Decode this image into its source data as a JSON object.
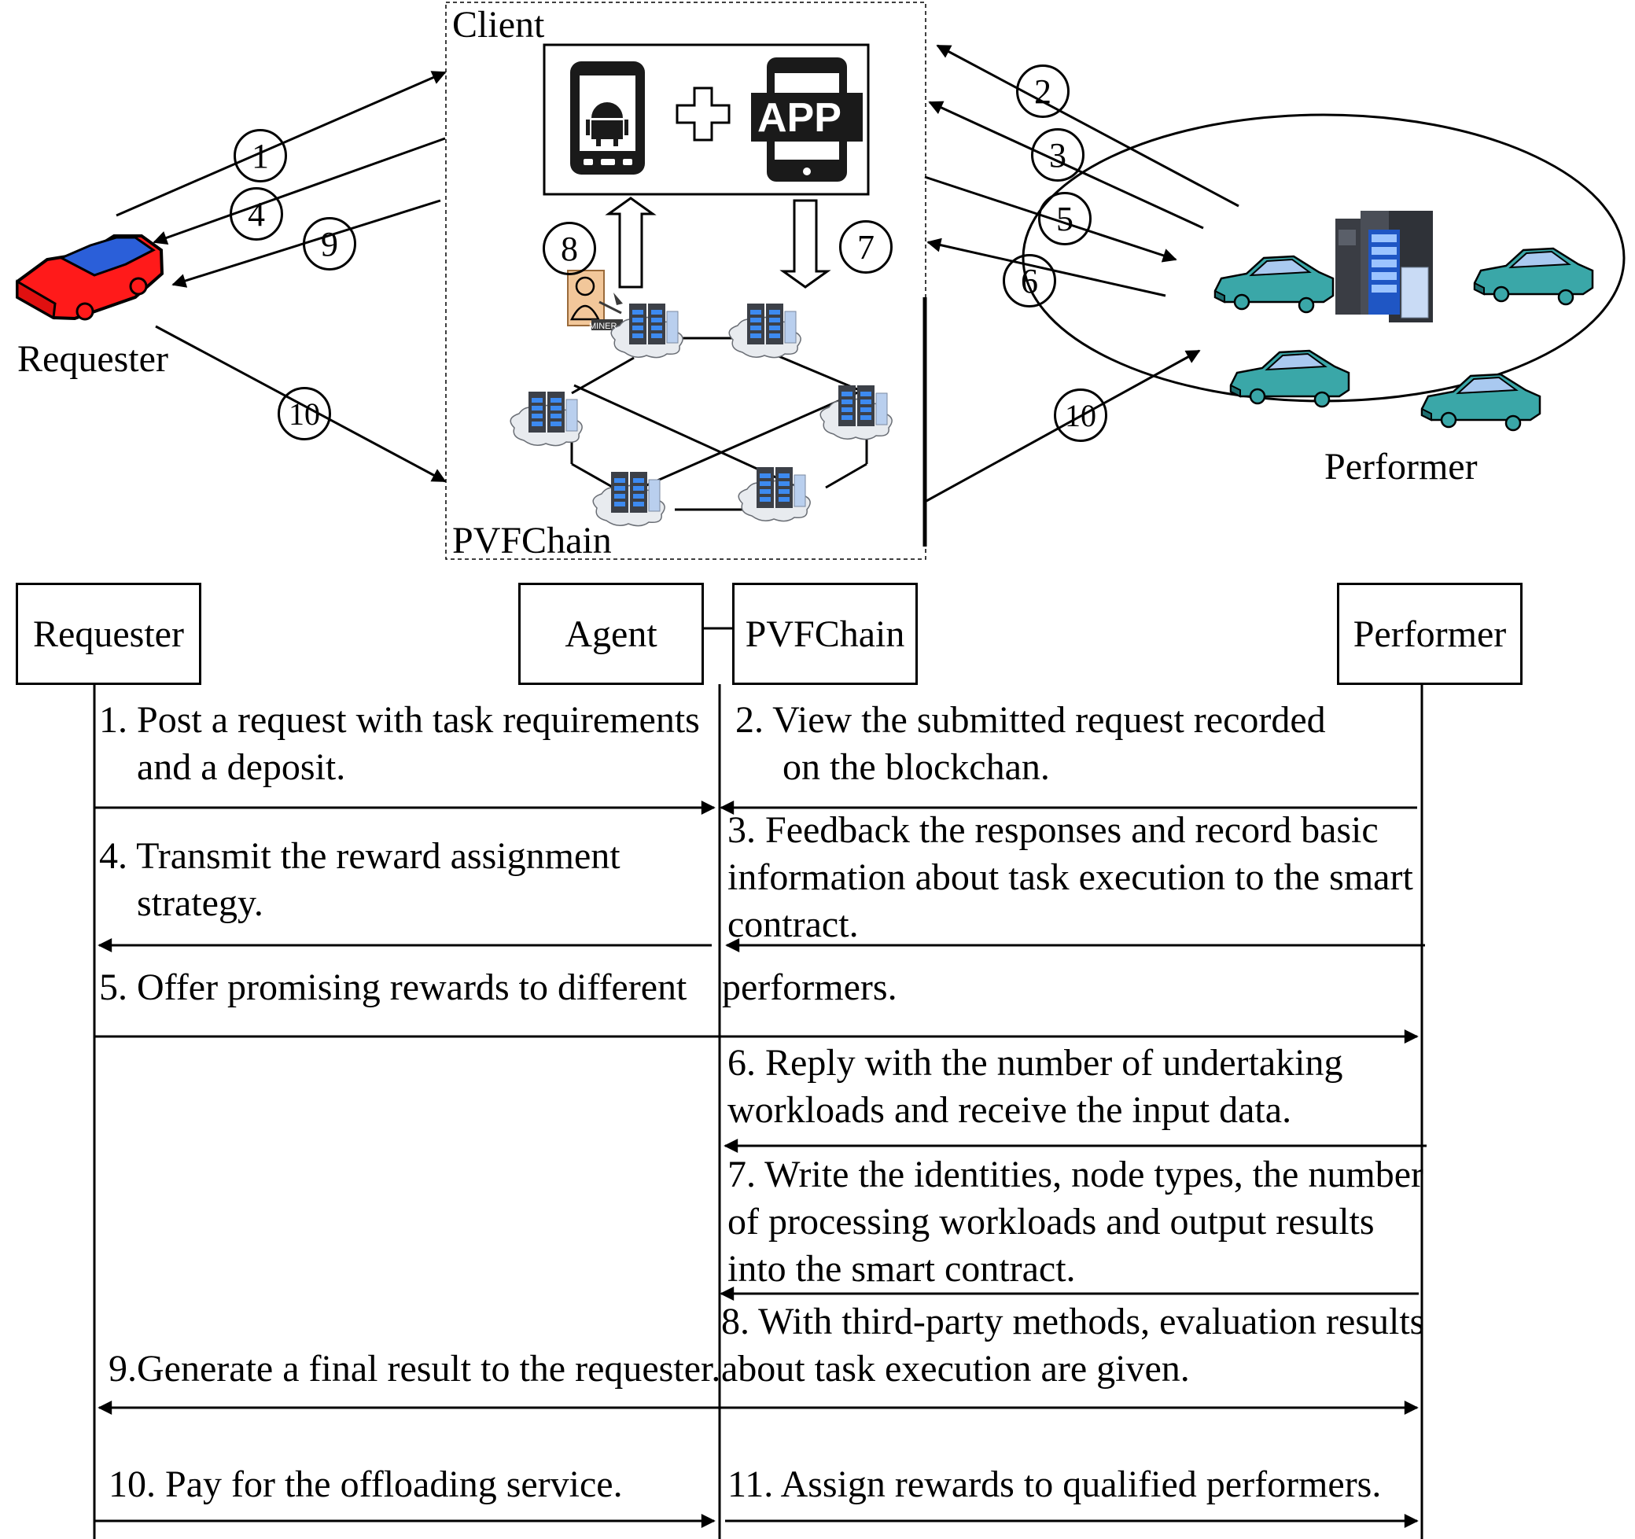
{
  "top": {
    "client_label": "Client",
    "chain_label": "PVFChain",
    "requester_label": "Requester",
    "performer_label": "Performer",
    "app_text": "APP",
    "miner_text": "MINER",
    "circle_numbers": [
      "1",
      "2",
      "3",
      "4",
      "5",
      "6",
      "7",
      "8",
      "9",
      "10",
      "10"
    ]
  },
  "lanes": [
    "Requester",
    "Agent",
    "PVFChain",
    "Performer"
  ],
  "steps": [
    "1. Post a request with task requirements\n    and a deposit.",
    "2. View the submitted request recorded\n     on the blockchan.",
    "3. Feedback the responses and record basic\ninformation about task execution to the smart\ncontract.",
    "4. Transmit the reward assignment\n    strategy.",
    "5. Offer promising rewards to different",
    "performers.",
    "6. Reply with the number of undertaking\nworkloads and receive the input data.",
    "7. Write the identities, node types, the number\nof processing workloads and output results\ninto the smart contract.",
    "8. With third-party methods, evaluation results\nabout task execution are given.",
    "9.Generate a final result to the requester.",
    "10. Pay for the offloading service.",
    "11. Assign rewards to qualified performers."
  ],
  "colors": {
    "requester_car": "#ff1a1a",
    "requester_car_roof": "#2b5fd9",
    "performer_car": "#3aa7a8",
    "performer_car_window": "#a9c9f0",
    "server": "#2a6fd6"
  }
}
